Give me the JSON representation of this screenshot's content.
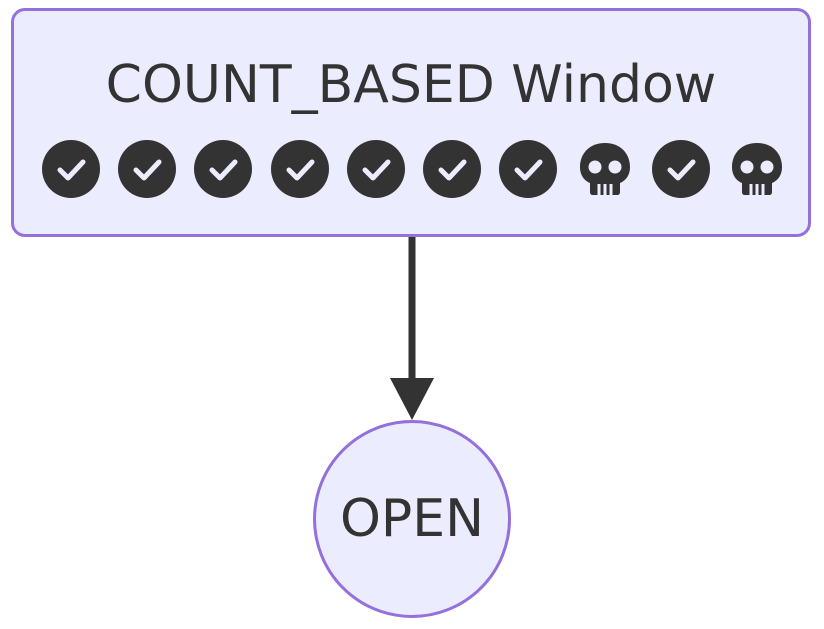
{
  "window": {
    "title": "COUNT_BASED Window",
    "calls": [
      {
        "result": "success",
        "icon": "check-circle-icon"
      },
      {
        "result": "success",
        "icon": "check-circle-icon"
      },
      {
        "result": "success",
        "icon": "check-circle-icon"
      },
      {
        "result": "success",
        "icon": "check-circle-icon"
      },
      {
        "result": "success",
        "icon": "check-circle-icon"
      },
      {
        "result": "success",
        "icon": "check-circle-icon"
      },
      {
        "result": "success",
        "icon": "check-circle-icon"
      },
      {
        "result": "failure",
        "icon": "skull-icon"
      },
      {
        "result": "success",
        "icon": "check-circle-icon"
      },
      {
        "result": "failure",
        "icon": "skull-icon"
      }
    ]
  },
  "state": {
    "label": "OPEN"
  },
  "colors": {
    "node_fill": "#ececff",
    "node_border": "#9370db",
    "ink": "#333333"
  }
}
